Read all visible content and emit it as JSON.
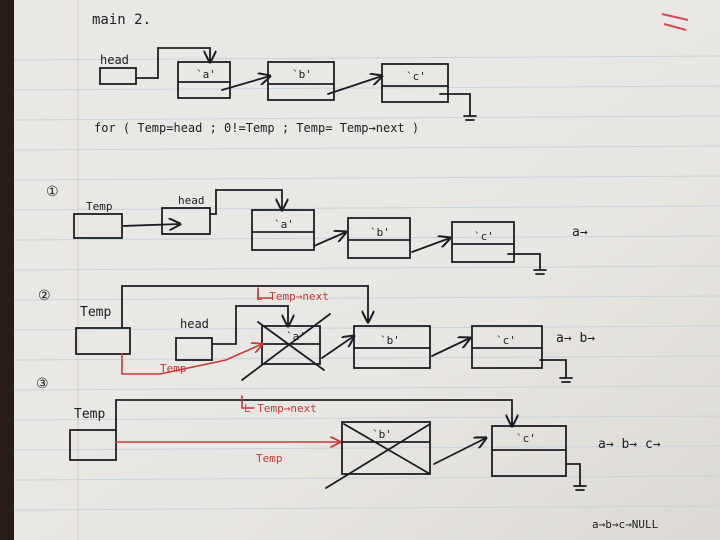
{
  "header": {
    "title": "main 2."
  },
  "intro": {
    "head_label": "head",
    "nodes": [
      "`a'",
      "`b'",
      "`c'"
    ],
    "loop_text": "for ( Temp=head ;  0!=Temp ;  Temp= Temp→next )"
  },
  "step1": {
    "number": "①",
    "temp_label": "Temp",
    "head_label": "head",
    "nodes": [
      "`a'",
      "`b'",
      "`c'"
    ],
    "output": "a→"
  },
  "step2": {
    "number": "②",
    "temp_label": "Temp",
    "head_label": "head",
    "red_next_label": "L Temp→next",
    "red_temp_label": "Temp",
    "nodes": [
      "`a'",
      "`b'",
      "`c'"
    ],
    "output": "a→ b→"
  },
  "step3": {
    "number": "③",
    "temp_label": "Temp",
    "red_next_label": "L Temp→next",
    "red_temp_label": "Temp",
    "nodes": [
      "`b'",
      "`c'"
    ],
    "output": "a→ b→ c→"
  },
  "final_output": "a→b→c→NULL",
  "colors": {
    "ink": "#1d1d24",
    "red_ink": "#c63a3a",
    "paper": "#eceae6",
    "rule": "#c9d4dc",
    "margin": "#d84a5a"
  }
}
